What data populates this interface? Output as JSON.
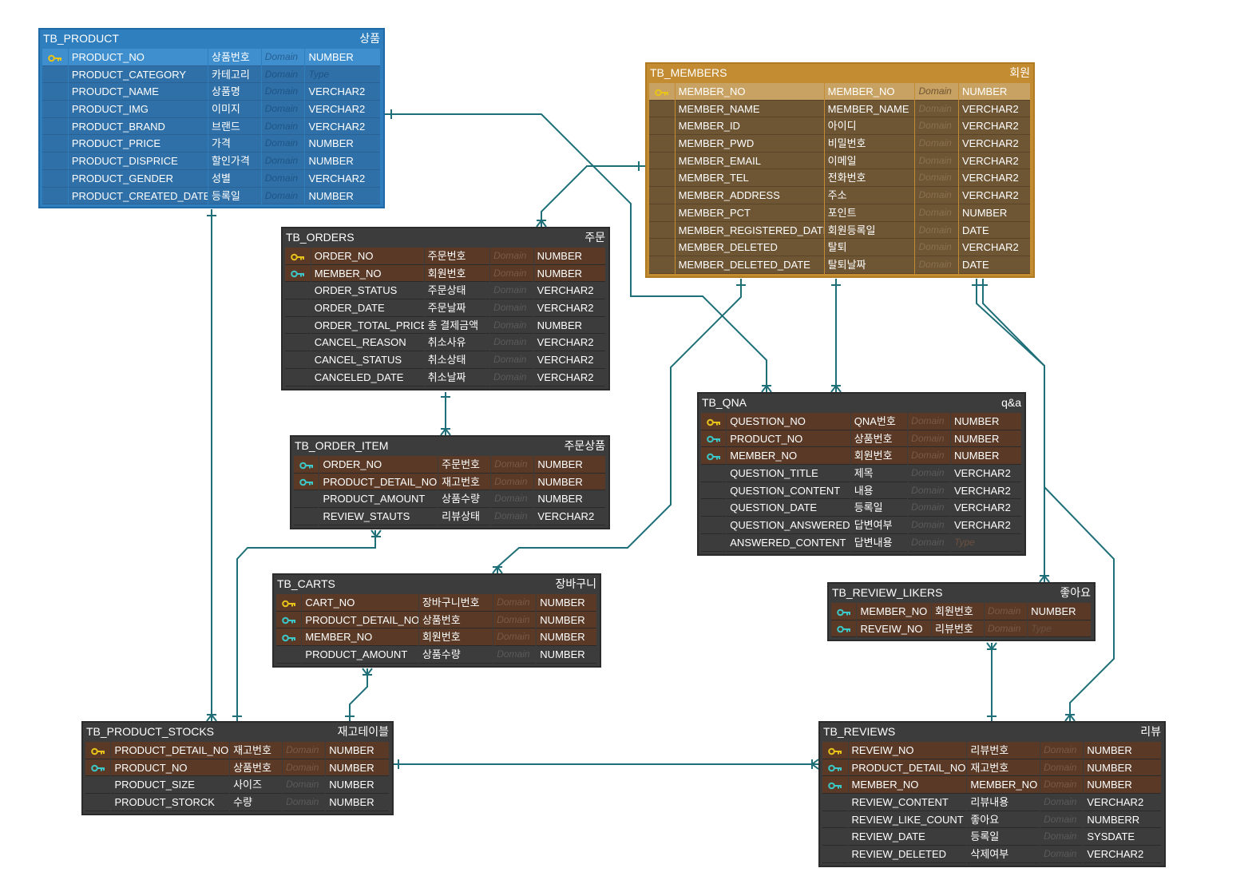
{
  "colors": {
    "line": "#1e6f78",
    "pk_icon": "#e8c41a",
    "fk_icon": "#3cc8c8"
  },
  "tables": [
    {
      "id": "product",
      "theme": "blue",
      "name": "TB_PRODUCT",
      "label": "상품",
      "rows": [
        {
          "key": "pk",
          "col": "PRODUCT_NO",
          "kor": "상품번호",
          "domain": "Domain",
          "type": "NUMBER"
        },
        {
          "key": "",
          "col": "PRODUCT_CATEGORY",
          "kor": "카테고리",
          "domain": "Domain",
          "type": "Type",
          "type_placeholder": true
        },
        {
          "key": "",
          "col": "PROUDCT_NAME",
          "kor": "상품명",
          "domain": "Domain",
          "type": "VERCHAR2"
        },
        {
          "key": "",
          "col": "PRODUCT_IMG",
          "kor": "이미지",
          "domain": "Domain",
          "type": "VERCHAR2"
        },
        {
          "key": "",
          "col": "PRODUCT_BRAND",
          "kor": "브랜드",
          "domain": "Domain",
          "type": "VERCHAR2"
        },
        {
          "key": "",
          "col": "PRODUCT_PRICE",
          "kor": "가격",
          "domain": "Domain",
          "type": "NUMBER"
        },
        {
          "key": "",
          "col": "PRODUCT_DISPRICE",
          "kor": "할인가격",
          "domain": "Domain",
          "type": "NUMBER"
        },
        {
          "key": "",
          "col": "PRODUCT_GENDER",
          "kor": "성별",
          "domain": "Domain",
          "type": "VERCHAR2"
        },
        {
          "key": "",
          "col": "PRODUCT_CREATED_DATE",
          "kor": "등록일",
          "domain": "Domain",
          "type": "NUMBER"
        }
      ]
    },
    {
      "id": "members",
      "theme": "gold",
      "name": "TB_MEMBERS",
      "label": "회원",
      "rows": [
        {
          "key": "pk",
          "col": "MEMBER_NO",
          "kor": "MEMBER_NO",
          "domain": "Domain",
          "type": "NUMBER"
        },
        {
          "key": "",
          "col": "MEMBER_NAME",
          "kor": "MEMBER_NAME",
          "domain": "Domain",
          "type": "VERCHAR2"
        },
        {
          "key": "",
          "col": "MEMBER_ID",
          "kor": "아이디",
          "domain": "Domain",
          "type": "VERCHAR2"
        },
        {
          "key": "",
          "col": "MEMBER_PWD",
          "kor": "비밀번호",
          "domain": "Domain",
          "type": "VERCHAR2"
        },
        {
          "key": "",
          "col": "MEMBER_EMAIL",
          "kor": "이메일",
          "domain": "Domain",
          "type": "VERCHAR2"
        },
        {
          "key": "",
          "col": "MEMBER_TEL",
          "kor": "전화번호",
          "domain": "Domain",
          "type": "VERCHAR2"
        },
        {
          "key": "",
          "col": "MEMBER_ADDRESS",
          "kor": "주소",
          "domain": "Domain",
          "type": "VERCHAR2"
        },
        {
          "key": "",
          "col": "MEMBER_PCT",
          "kor": "포인트",
          "domain": "Domain",
          "type": "NUMBER"
        },
        {
          "key": "",
          "col": "MEMBER_REGISTERED_DATE",
          "kor": "회원등록일",
          "domain": "Domain",
          "type": "DATE"
        },
        {
          "key": "",
          "col": "MEMBER_DELETED",
          "kor": "탈퇴",
          "domain": "Domain",
          "type": "VERCHAR2"
        },
        {
          "key": "",
          "col": "MEMBER_DELETED_DATE",
          "kor": "탈퇴날짜",
          "domain": "Domain",
          "type": "DATE"
        }
      ]
    },
    {
      "id": "orders",
      "theme": "dark",
      "name": "TB_ORDERS",
      "label": "주문",
      "rows": [
        {
          "key": "pk",
          "col": "ORDER_NO",
          "kor": "주문번호",
          "domain": "Domain",
          "type": "NUMBER"
        },
        {
          "key": "fk",
          "col": "MEMBER_NO",
          "kor": "회원번호",
          "domain": "Domain",
          "type": "NUMBER"
        },
        {
          "key": "",
          "col": "ORDER_STATUS",
          "kor": "주문상태",
          "domain": "Domain",
          "type": "VERCHAR2"
        },
        {
          "key": "",
          "col": "ORDER_DATE",
          "kor": "주문날짜",
          "domain": "Domain",
          "type": "VERCHAR2"
        },
        {
          "key": "",
          "col": "ORDER_TOTAL_PRICE",
          "kor": "총 결제금액",
          "domain": "Domain",
          "type": "NUMBER"
        },
        {
          "key": "",
          "col": "CANCEL_REASON",
          "kor": "취소사유",
          "domain": "Domain",
          "type": "VERCHAR2"
        },
        {
          "key": "",
          "col": "CANCEL_STATUS",
          "kor": "취소상태",
          "domain": "Domain",
          "type": "VERCHAR2"
        },
        {
          "key": "",
          "col": "CANCELED_DATE",
          "kor": "취소날짜",
          "domain": "Domain",
          "type": "VERCHAR2"
        }
      ]
    },
    {
      "id": "order_item",
      "theme": "dark",
      "name": "TB_ORDER_ITEM",
      "label": "주문상품",
      "rows": [
        {
          "key": "fk",
          "col": "ORDER_NO",
          "kor": "주문번호",
          "domain": "Domain",
          "type": "NUMBER"
        },
        {
          "key": "fk",
          "col": "PRODUCT_DETAIL_NO",
          "kor": "재고번호",
          "domain": "Domain",
          "type": "NUMBER"
        },
        {
          "key": "",
          "col": "PRODUCT_AMOUNT",
          "kor": "상품수량",
          "domain": "Domain",
          "type": "NUMBER"
        },
        {
          "key": "",
          "col": "REVIEW_STAUTS",
          "kor": "리뷰상태",
          "domain": "Domain",
          "type": "VERCHAR2"
        }
      ]
    },
    {
      "id": "carts",
      "theme": "dark",
      "name": "TB_CARTS",
      "label": "장바구니",
      "rows": [
        {
          "key": "pk",
          "col": "CART_NO",
          "kor": "장바구니번호",
          "domain": "Domain",
          "type": "NUMBER"
        },
        {
          "key": "fk",
          "col": "PRODUCT_DETAIL_NO",
          "kor": "상품번호",
          "domain": "Domain",
          "type": "NUMBER"
        },
        {
          "key": "fk",
          "col": "MEMBER_NO",
          "kor": "회원번호",
          "domain": "Domain",
          "type": "NUMBER"
        },
        {
          "key": "",
          "col": "PRODUCT_AMOUNT",
          "kor": "상품수량",
          "domain": "Domain",
          "type": "NUMBER"
        }
      ]
    },
    {
      "id": "qna",
      "theme": "dark",
      "name": "TB_QNA",
      "label": "q&a",
      "rows": [
        {
          "key": "pk",
          "col": "QUESTION_NO",
          "kor": "QNA번호",
          "domain": "Domain",
          "type": "NUMBER"
        },
        {
          "key": "fk",
          "col": "PRODUCT_NO",
          "kor": "상품번호",
          "domain": "Domain",
          "type": "NUMBER"
        },
        {
          "key": "fk",
          "col": "MEMBER_NO",
          "kor": "회원번호",
          "domain": "Domain",
          "type": "NUMBER"
        },
        {
          "key": "",
          "col": "QUESTION_TITLE",
          "kor": "제목",
          "domain": "Domain",
          "type": "VERCHAR2"
        },
        {
          "key": "",
          "col": "QUESTION_CONTENT",
          "kor": "내용",
          "domain": "Domain",
          "type": "VERCHAR2"
        },
        {
          "key": "",
          "col": "QUESTION_DATE",
          "kor": "등록일",
          "domain": "Domain",
          "type": "VERCHAR2"
        },
        {
          "key": "",
          "col": "QUESTION_ANSWERED",
          "kor": "답변여부",
          "domain": "Domain",
          "type": "VERCHAR2"
        },
        {
          "key": "",
          "col": "ANSWERED_CONTENT",
          "kor": "답변내용",
          "domain": "Domain",
          "type": "Type",
          "type_placeholder": true
        }
      ]
    },
    {
      "id": "review_likers",
      "theme": "dark",
      "name": "TB_REVIEW_LIKERS",
      "label": "좋아요",
      "rows": [
        {
          "key": "fk",
          "col": "MEMBER_NO",
          "kor": "회원번호",
          "domain": "Domain",
          "type": "NUMBER"
        },
        {
          "key": "fk",
          "col": "REVEIW_NO",
          "kor": "리뷰번호",
          "domain": "Domain",
          "type": "Type",
          "type_placeholder": true
        }
      ]
    },
    {
      "id": "product_stocks",
      "theme": "dark",
      "name": "TB_PRODUCT_STOCKS",
      "label": "재고테이블",
      "rows": [
        {
          "key": "pk",
          "col": "PRODUCT_DETAIL_NO",
          "kor": "재고번호",
          "domain": "Domain",
          "type": "NUMBER"
        },
        {
          "key": "fk",
          "col": "PRODUCT_NO",
          "kor": "상품번호",
          "domain": "Domain",
          "type": "NUMBER"
        },
        {
          "key": "",
          "col": "PRODUCT_SIZE",
          "kor": "사이즈",
          "domain": "Domain",
          "type": "NUMBER"
        },
        {
          "key": "",
          "col": "PRODUCT_STORCK",
          "kor": "수량",
          "domain": "Domain",
          "type": "NUMBER"
        }
      ]
    },
    {
      "id": "reviews",
      "theme": "dark",
      "name": "TB_REVIEWS",
      "label": "리뷰",
      "rows": [
        {
          "key": "pk",
          "col": "REVEIW_NO",
          "kor": "리뷰번호",
          "domain": "Domain",
          "type": "NUMBER"
        },
        {
          "key": "fk",
          "col": "PRODUCT_DETAIL_NO",
          "kor": "재고번호",
          "domain": "Domain",
          "type": "NUMBER"
        },
        {
          "key": "fk",
          "col": "MEMBER_NO",
          "kor": "MEMBER_NO",
          "domain": "Domain",
          "type": "NUMBER"
        },
        {
          "key": "",
          "col": "REVIEW_CONTENT",
          "kor": "리뷰내용",
          "domain": "Domain",
          "type": "VERCHAR2"
        },
        {
          "key": "",
          "col": "REVIEW_LIKE_COUNT",
          "kor": "좋아요",
          "domain": "Domain",
          "type": "NUMBERR"
        },
        {
          "key": "",
          "col": "REVIEW_DATE",
          "kor": "등록일",
          "domain": "Domain",
          "type": "SYSDATE"
        },
        {
          "key": "",
          "col": "REVIEW_DELETED",
          "kor": "삭제여부",
          "domain": "Domain",
          "type": "VERCHAR2"
        }
      ]
    }
  ],
  "relationships": [
    {
      "from": "product",
      "to": "product_stocks"
    },
    {
      "from": "product",
      "to": "qna"
    },
    {
      "from": "members",
      "to": "orders"
    },
    {
      "from": "members",
      "to": "qna"
    },
    {
      "from": "members",
      "to": "carts"
    },
    {
      "from": "members",
      "to": "review_likers"
    },
    {
      "from": "members",
      "to": "reviews"
    },
    {
      "from": "orders",
      "to": "order_item"
    },
    {
      "from": "product_stocks",
      "to": "order_item"
    },
    {
      "from": "product_stocks",
      "to": "carts"
    },
    {
      "from": "product_stocks",
      "to": "reviews"
    },
    {
      "from": "reviews",
      "to": "review_likers"
    }
  ]
}
